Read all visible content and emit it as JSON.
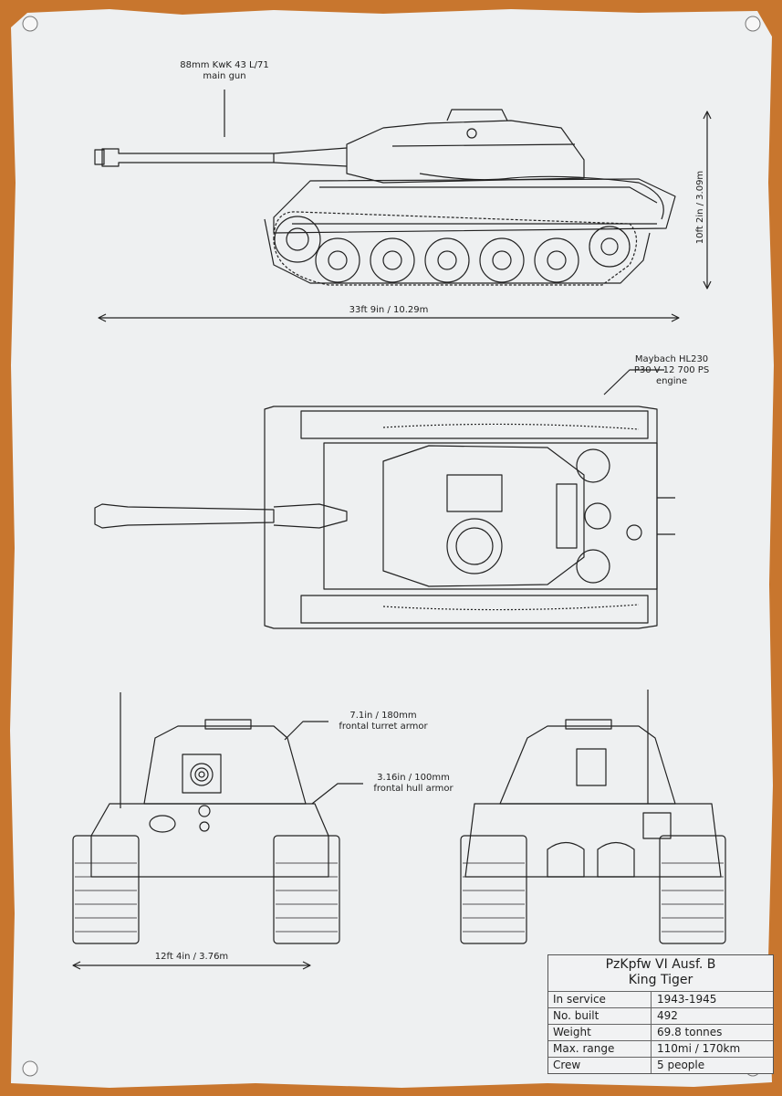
{
  "labels": {
    "main_gun_line1": "88mm KwK 43 L/71",
    "main_gun_line2": "main gun",
    "height": "10ft 2in / 3.09m",
    "length": "33ft 9in / 10.29m",
    "engine_line1": "Maybach HL230",
    "engine_line2": "P30 V-12 700 PS",
    "engine_line3": "engine",
    "turret_armor_line1": "7.1in / 180mm",
    "turret_armor_line2": "frontal turret armor",
    "hull_armor_line1": "3.16in / 100mm",
    "hull_armor_line2": "frontal hull armor",
    "width": "12ft 4in / 3.76m"
  },
  "spec_table": {
    "title_line1": "PzKpfw VI Ausf. B",
    "title_line2": "King Tiger",
    "rows": [
      {
        "key": "In service",
        "value": "1943-1945"
      },
      {
        "key": "No. built",
        "value": "492"
      },
      {
        "key": "Weight",
        "value": "69.8 tonnes"
      },
      {
        "key": "Max. range",
        "value": "110mi / 170km"
      },
      {
        "key": "Crew",
        "value": "5 people"
      }
    ]
  },
  "colors": {
    "rust": "#c8762e",
    "plate": "#eef0f1",
    "ink": "#222222"
  }
}
